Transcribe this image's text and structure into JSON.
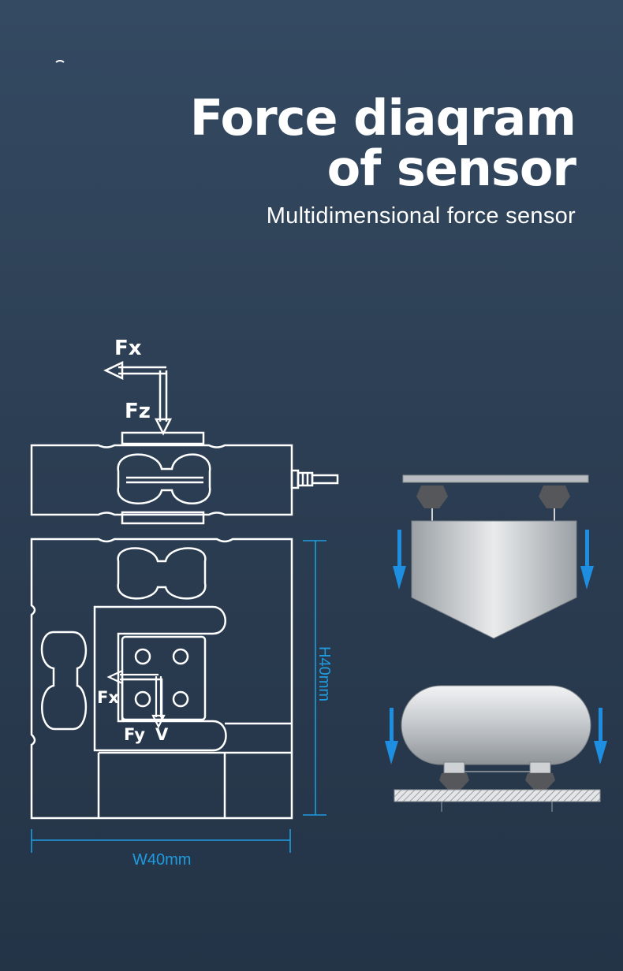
{
  "header": {
    "title_line1": "Force diaqram",
    "title_line2": "of sensor",
    "subtitle": "Multidimensional force sensor"
  },
  "labels": {
    "fx_top": "Fx",
    "fz": "Fz",
    "fx_inner": "Fx",
    "fy": "Fy",
    "v": "V",
    "height_dim": "H40mm",
    "width_dim": "W40mm"
  },
  "colors": {
    "background": "#2f4359",
    "line": "#ffffff",
    "dimension": "#1f9be0",
    "arrow_blue": "#1e8fe0",
    "metal": "#c9cdd1",
    "foot": "#5a5c60"
  }
}
